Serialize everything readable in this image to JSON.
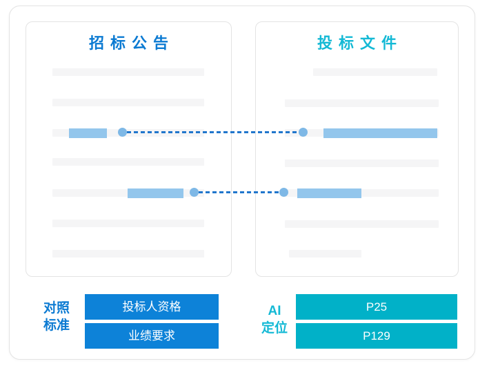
{
  "colors": {
    "doc_blue": "#0b7ad2",
    "teal": "#14b9d5",
    "button_blue": "#0d82d8",
    "button_teal": "#01b1c8",
    "highlight": "#93c6ec",
    "dot": "#7eb8e6",
    "dash": "#2176cc",
    "line": "#f5f5f6",
    "border": "#e3e3e3"
  },
  "left_panel": {
    "title": "招标公告"
  },
  "right_panel": {
    "title": "投标文件"
  },
  "footer": {
    "compare_label": [
      "对照",
      "标准"
    ],
    "compare_buttons": [
      "投标人资格",
      "业绩要求"
    ],
    "ai_label": [
      "AI",
      "定位"
    ],
    "ai_buttons": [
      "P25",
      "P129"
    ]
  }
}
